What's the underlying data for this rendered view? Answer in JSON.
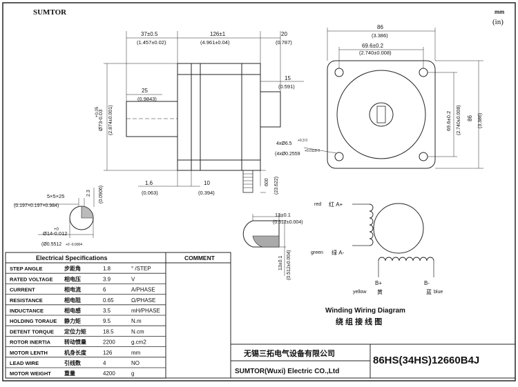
{
  "brand": "SUMTOR",
  "units": {
    "mm": "mm",
    "in": "(in)"
  },
  "dims": {
    "d37": "37±0.5",
    "d37i": "(1.457±0.02)",
    "d126": "126±1",
    "d126i": "(4.961±0.04)",
    "d20": "20",
    "d20i": "(0.787)",
    "d25": "25",
    "d25i": "(0.9843)",
    "d15": "15",
    "d15i": "(0.591)",
    "d86": "86",
    "d86i": "(3.386)",
    "d69": "69.6±0.2",
    "d69i": "(2.740±0.008)",
    "phi73": "Ø73-0.03",
    "phi73b": "+0.05",
    "phi73i": "(2.874±0.001)",
    "d16": "1.6",
    "d16i": "(0.063)",
    "d10": "10",
    "d10i": "(0.394)",
    "d600": "600",
    "d600i": "(23.622)",
    "hole": "4xØ6.5",
    "hole_tol": "+0.3 0",
    "hole_i": "(4xØ0.2559",
    "hole_i_tol": "+0.0118 0",
    "r69": "69.6±0.2",
    "r69i": "(2.740±0.008)",
    "r86": "86",
    "r86i": "(3.386)",
    "key": "5×5×25",
    "key_i": "(0.197×0.197×0.984)",
    "k23": "2.3",
    "k23i": "(0.0906)",
    "shaft": "Ø14-0.012",
    "shaft_tol": "+0",
    "shaft_i": "(Ø0.5512",
    "shaft_i_tol": "+0 -0.0004",
    "s13": "13±0.1",
    "s13i": "(0.512±0.004)"
  },
  "spec_title": "Electrical Specifications",
  "comment_title": "COMMENT",
  "specs": [
    {
      "en": "STEP ANGLE",
      "cn": "步距角",
      "val": "1.8",
      "unit": "° /STEP"
    },
    {
      "en": "RATED VOLTAGE",
      "cn": "相电压",
      "val": "3.9",
      "unit": "V"
    },
    {
      "en": "CURRENT",
      "cn": "相电流",
      "val": "6",
      "unit": "A/PHASE"
    },
    {
      "en": "RESISTANCE",
      "cn": "相电阻",
      "val": "0.65",
      "unit": "Ω/PHASE"
    },
    {
      "en": "INDUCTANCE",
      "cn": "相电感",
      "val": "3.5",
      "unit": "mH/PHASE"
    },
    {
      "en": "HOLDING TORAUE",
      "cn": "静力矩",
      "val": "9.5",
      "unit": "N.m"
    },
    {
      "en": "DETENT TORQUE",
      "cn": "定位力矩",
      "val": "18.5",
      "unit": "N.cm"
    },
    {
      "en": "ROTOR INERTIA",
      "cn": "转动惯量",
      "val": "2200",
      "unit": "g.cm2"
    },
    {
      "en": "MOTOR LENTH",
      "cn": "机身长度",
      "val": "126",
      "unit": "mm"
    },
    {
      "en": "LEAD WIRE",
      "cn": "引线数",
      "val": "4",
      "unit": "NO"
    },
    {
      "en": "MOTOR WEIGHT",
      "cn": "重量",
      "val": "4200",
      "unit": "g"
    }
  ],
  "wiring": {
    "red": "red",
    "red_cn": "红 A+",
    "green": "green",
    "green_cn": "绿 A-",
    "bp": "B+",
    "yellow": "yellow",
    "yellow_cn": "黄",
    "bm": "B-",
    "blue": "blue",
    "blue_cn": "蓝",
    "title_en": "Winding Wiring Diagram",
    "title_cn": "绕 组 接 线 图"
  },
  "footer": {
    "company_cn": "无锡三拓电气设备有限公司",
    "company_en": "SUMTOR(Wuxi) Electric CO.,Ltd",
    "model": "86HS(34HS)12660B4J"
  }
}
